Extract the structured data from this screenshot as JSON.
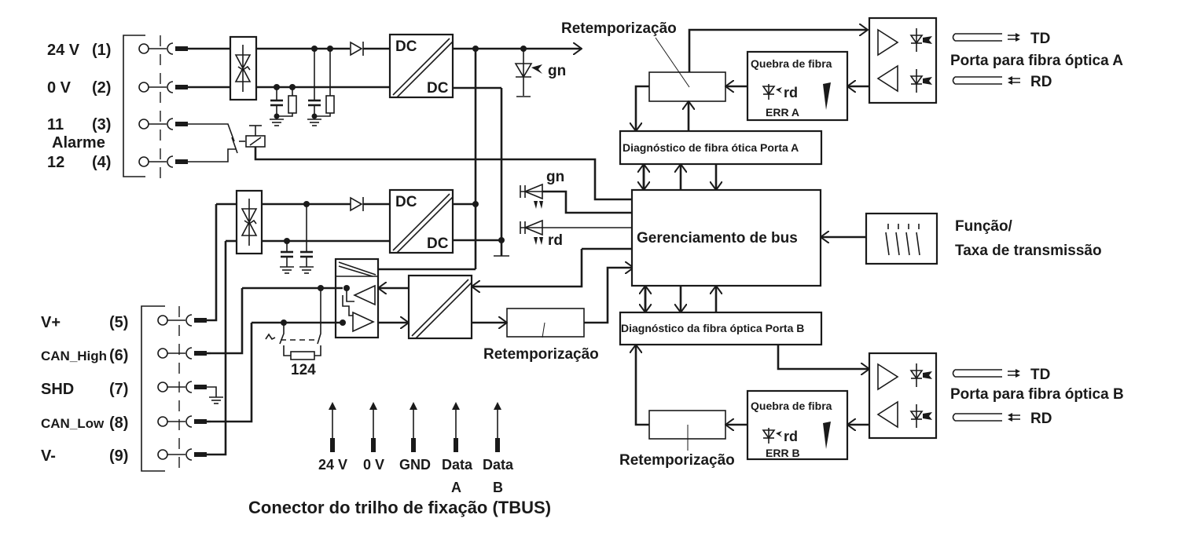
{
  "terminals": [
    {
      "name": "24 V",
      "pin": "(1)"
    },
    {
      "name": "0 V",
      "pin": "(2)"
    },
    {
      "name": "11",
      "pin": "(3)"
    },
    {
      "name": "12",
      "pin": "(4)"
    },
    {
      "name": "V+",
      "pin": "(5)"
    },
    {
      "name": "CAN_High",
      "pin": "(6)"
    },
    {
      "name": "SHD",
      "pin": "(7)"
    },
    {
      "name": "CAN_Low",
      "pin": "(8)"
    },
    {
      "name": "V-",
      "pin": "(9)"
    }
  ],
  "alarm_label": "Alarme",
  "converters": {
    "dc_in": "DC",
    "dc_out": "DC"
  },
  "leds": {
    "power": "gn",
    "bus_green": "gn",
    "bus_red": "rd"
  },
  "termination_resistor": "124",
  "retiming": {
    "top": "Retemporização",
    "middle": "Retemporização",
    "bottom": "Retemporização"
  },
  "fiber_break": {
    "a": {
      "title": "Quebra de fibra",
      "led": "rd",
      "err": "ERR A"
    },
    "b": {
      "title": "Quebra de fibra",
      "led": "rd",
      "err": "ERR B"
    }
  },
  "diagnostics": {
    "a": "Diagnóstico de fibra ótica Porta A",
    "b": "Diagnóstico da fibra óptica Porta B"
  },
  "bus_management": "Gerenciamento de bus",
  "dip_switch_label": {
    "line1": "Função/",
    "line2": "Taxa de transmissão"
  },
  "fiber_ports": {
    "a": {
      "td": "TD",
      "rd": "RD",
      "label": "Porta para fibra óptica A"
    },
    "b": {
      "td": "TD",
      "rd": "RD",
      "label": "Porta para fibra óptica B"
    }
  },
  "tbus": {
    "pins": [
      {
        "line1": "24 V",
        "line2": ""
      },
      {
        "line1": "0 V",
        "line2": ""
      },
      {
        "line1": "GND",
        "line2": ""
      },
      {
        "line1": "Data",
        "line2": "A"
      },
      {
        "line1": "Data",
        "line2": "B"
      }
    ],
    "title": "Conector do trilho de fixação (TBUS)"
  }
}
